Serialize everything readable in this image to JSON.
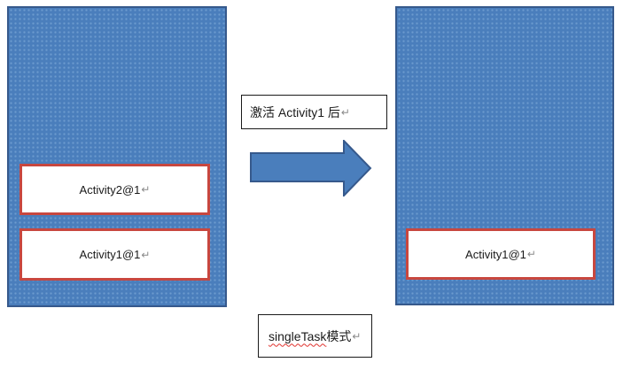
{
  "colors": {
    "task_fill": "#4A7EBC",
    "task_border": "#36598C",
    "activity_box_border": "#C8473F",
    "activity_box_fill": "#FFFFFF",
    "label_box_border": "#1A1A1A",
    "text": "#1A1A1A",
    "paragraph_mark": "#8A8A8A",
    "spellcheck_wavy": "#E0312D",
    "arrow_fill": "#4A7EBC",
    "arrow_border": "#36598C"
  },
  "before_stack": {
    "activities": [
      {
        "label": "Activity2@1",
        "mark": "↵"
      },
      {
        "label": "Activity1@1",
        "mark": "↵"
      }
    ]
  },
  "after_stack": {
    "activities": [
      {
        "label": "Activity1@1",
        "mark": "↵"
      }
    ]
  },
  "transition_label": {
    "text": "激活 Activity1 后",
    "mark": "↵"
  },
  "mode_caption": {
    "misspelled_word": "singleTask",
    "rest": " 模式",
    "mark": "↵"
  }
}
